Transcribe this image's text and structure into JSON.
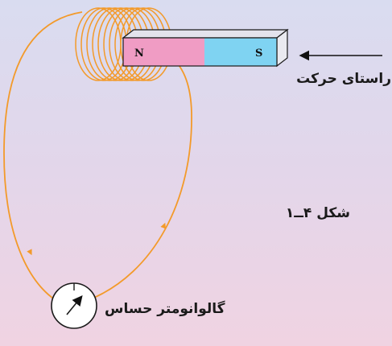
{
  "labels": {
    "motion_direction": "راستای حرکت",
    "figure_caption": "شکل ۴ــ۱",
    "galvanometer": "گالوانومتر حساس"
  },
  "magnet": {
    "north_pole": "N",
    "south_pole": "S",
    "north_color": "#f09cc4",
    "south_color": "#7fd3f2"
  },
  "colors": {
    "wire": "#f39a2a",
    "coil": "#f39a2a",
    "outline": "#1a1a1a"
  }
}
